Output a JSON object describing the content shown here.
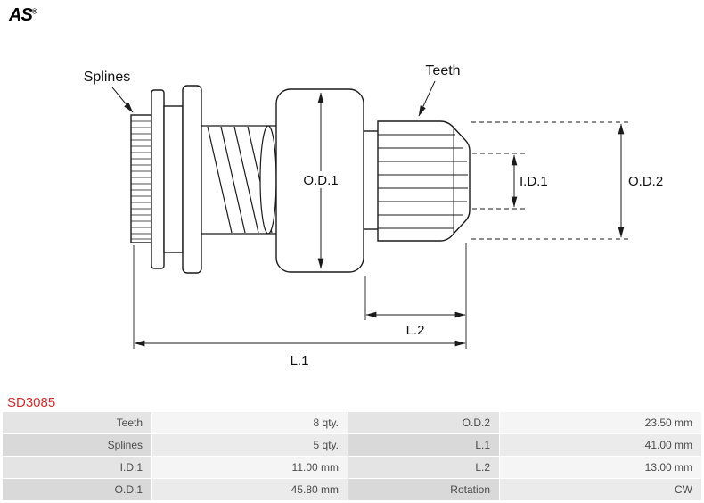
{
  "logo": {
    "text": "AS",
    "reg": "®"
  },
  "part_number": "SD3085",
  "diagram": {
    "labels": {
      "splines": "Splines",
      "teeth": "Teeth",
      "od1": "O.D.1",
      "id1": "I.D.1",
      "od2": "O.D.2",
      "l1": "L.1",
      "l2": "L.2"
    }
  },
  "spec_table": {
    "rows": [
      {
        "label1": "Teeth",
        "value1": "8 qty.",
        "label2": "O.D.2",
        "value2": "23.50 mm"
      },
      {
        "label1": "Splines",
        "value1": "5 qty.",
        "label2": "L.1",
        "value2": "41.00 mm"
      },
      {
        "label1": "I.D.1",
        "value1": "11.00 mm",
        "label2": "L.2",
        "value2": "13.00 mm"
      },
      {
        "label1": "O.D.1",
        "value1": "45.80 mm",
        "label2": "Rotation",
        "value2": "CW"
      }
    ]
  },
  "colors": {
    "part_number": "#cf2e2e",
    "table_text": "#4a4a4a",
    "table_label_bg": "#e4e4e4",
    "table_value_bg": "#f5f5f5",
    "table_label_bg_alt": "#d9d9d9",
    "table_value_bg_alt": "#ebebeb"
  }
}
